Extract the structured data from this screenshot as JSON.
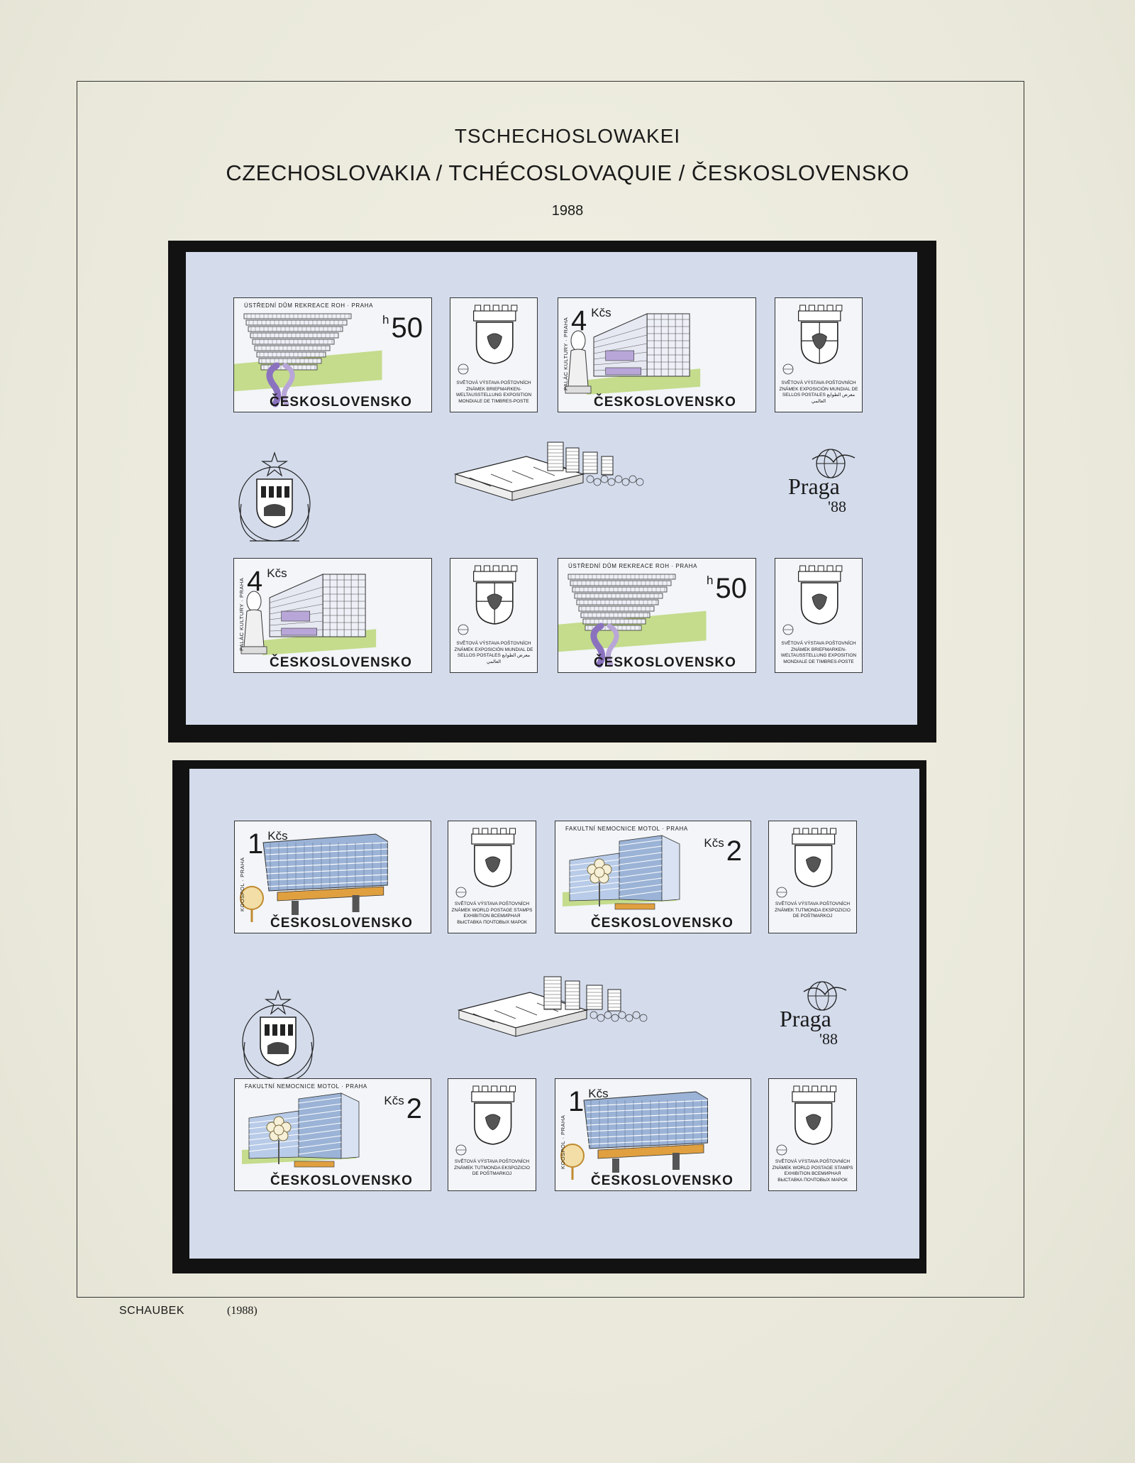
{
  "header": {
    "title_de": "TSCHECHOSLOWAKEI",
    "title_multi": "CZECHOSLOVAKIA / TCHÉCOSLOVAQUIE / ČESKOSLOVENSKO",
    "year": "1988"
  },
  "footer": {
    "publisher": "SCHAUBEK",
    "year": "(1988)"
  },
  "sheet1": {
    "praga_logo": {
      "word": "Praga",
      "year": "'88"
    },
    "stamps": [
      {
        "top_text": "ÚSTŘEDNÍ DŮM REKREACE ROH · PRAHA",
        "unit": "h",
        "value": "50",
        "unit_after": "",
        "side_text": "",
        "country": "ČESKOSLOVENSKO"
      },
      {
        "top_text": "",
        "unit": "",
        "value": "4",
        "unit_after": "Kčs",
        "side_text": "PALÁC KULTURY · PRAHA",
        "country": "ČESKOSLOVENSKO"
      },
      {
        "top_text": "",
        "unit": "",
        "value": "4",
        "unit_after": "Kčs",
        "side_text": "PALÁC KULTURY · PRAHA",
        "country": "ČESKOSLOVENSKO"
      },
      {
        "top_text": "ÚSTŘEDNÍ DŮM REKREACE ROH · PRAHA",
        "unit": "h",
        "value": "50",
        "unit_after": "",
        "side_text": "",
        "country": "ČESKOSLOVENSKO"
      }
    ],
    "labels": [
      {
        "text": "SVĚTOVÁ VÝSTAVA POŠTOVNÍCH ZNÁMEK BRIEFMARKEN-WELTAUSSTELLUNG EXPOSITION MONDIALE DE TIMBRES-POSTE"
      },
      {
        "text": "SVĚTOVÁ VÝSTAVA POŠTOVNÍCH ZNÁMEK EXPOSICIÓN MUNDIAL DE SELLOS POSTALES معرض الطوابع العالمي"
      },
      {
        "text": "SVĚTOVÁ VÝSTAVA POŠTOVNÍCH ZNÁMEK EXPOSICIÓN MUNDIAL DE SELLOS POSTALES معرض الطوابع العالمي"
      },
      {
        "text": "SVĚTOVÁ VÝSTAVA POŠTOVNÍCH ZNÁMEK BRIEFMARKEN-WELTAUSSTELLUNG EXPOSITION MONDIALE DE TIMBRES-POSTE"
      }
    ]
  },
  "sheet2": {
    "praga_logo": {
      "word": "Praga",
      "year": "'88"
    },
    "stamps": [
      {
        "top_text": "",
        "unit": "",
        "value": "1",
        "unit_after": "Kčs",
        "side_text": "KOOSPOL · PRAHA",
        "country": "ČESKOSLOVENSKO"
      },
      {
        "top_text": "FAKULTNÍ NEMOCNICE MOTOL · PRAHA",
        "unit": "Kčs",
        "value": "2",
        "unit_after": "",
        "side_text": "",
        "country": "ČESKOSLOVENSKO"
      },
      {
        "top_text": "FAKULTNÍ NEMOCNICE MOTOL · PRAHA",
        "unit": "Kčs",
        "value": "2",
        "unit_after": "",
        "side_text": "",
        "country": "ČESKOSLOVENSKO"
      },
      {
        "top_text": "",
        "unit": "",
        "value": "1",
        "unit_after": "Kčs",
        "side_text": "KOOSPOL · PRAHA",
        "country": "ČESKOSLOVENSKO"
      }
    ],
    "labels": [
      {
        "text": "SVĚTOVÁ VÝSTAVA POŠTOVNÍCH ZNÁMEK WORLD POSTAGE STAMPS EXHIBITION ВСЕМИРНАЯ ВЫСТАВКА ПОЧТОВЫХ МАРОК"
      },
      {
        "text": "SVĚTOVÁ VÝSTAVA POŠTOVNÍCH ZNÁMEK TUTMONDA EKSPOZICIO DE POŜTMARKOJ"
      },
      {
        "text": "SVĚTOVÁ VÝSTAVA POŠTOVNÍCH ZNÁMEK TUTMONDA EKSPOZICIO DE POŜTMARKOJ"
      },
      {
        "text": "SVĚTOVÁ VÝSTAVA POŠTOVNÍCH ZNÁMEK WORLD POSTAGE STAMPS EXHIBITION ВСЕМИРНАЯ ВЫСТАВКА ПОЧТОВЫХ МАРОК"
      }
    ]
  },
  "colors": {
    "mount": "#121212",
    "sheet": "#d4dcec",
    "page": "#ecebdc",
    "accent_violet": "#b8a6d8",
    "accent_green": "#c4dc8c"
  }
}
